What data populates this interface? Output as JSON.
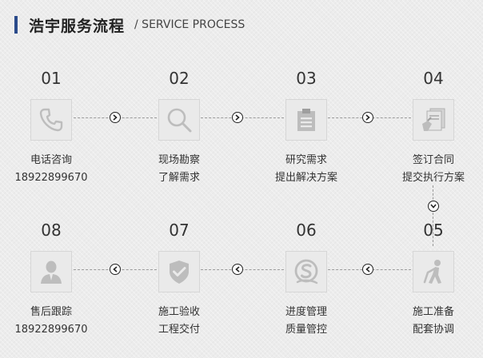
{
  "header": {
    "title": "浩宇服务流程",
    "subtitle": "/ SERVICE PROCESS"
  },
  "steps": [
    {
      "num": "01",
      "line1": "电话咨询",
      "line2": "18922899670",
      "icon": "phone-icon"
    },
    {
      "num": "02",
      "line1": "现场勘察",
      "line2": "了解需求",
      "icon": "magnifier-icon"
    },
    {
      "num": "03",
      "line1": "研究需求",
      "line2": "提出解决方案",
      "icon": "clipboard-icon"
    },
    {
      "num": "04",
      "line1": "签订合同",
      "line2": "提交执行方案",
      "icon": "contract-icon"
    },
    {
      "num": "05",
      "line1": "施工准备",
      "line2": "配套协调",
      "icon": "worker-icon"
    },
    {
      "num": "06",
      "line1": "进度管理",
      "line2": "质量管控",
      "icon": "quality-seal-icon"
    },
    {
      "num": "07",
      "line1": "施工验收",
      "line2": "工程交付",
      "icon": "shield-check-icon"
    },
    {
      "num": "08",
      "line1": "售后跟踪",
      "line2": "18922899670",
      "icon": "person-icon"
    }
  ]
}
